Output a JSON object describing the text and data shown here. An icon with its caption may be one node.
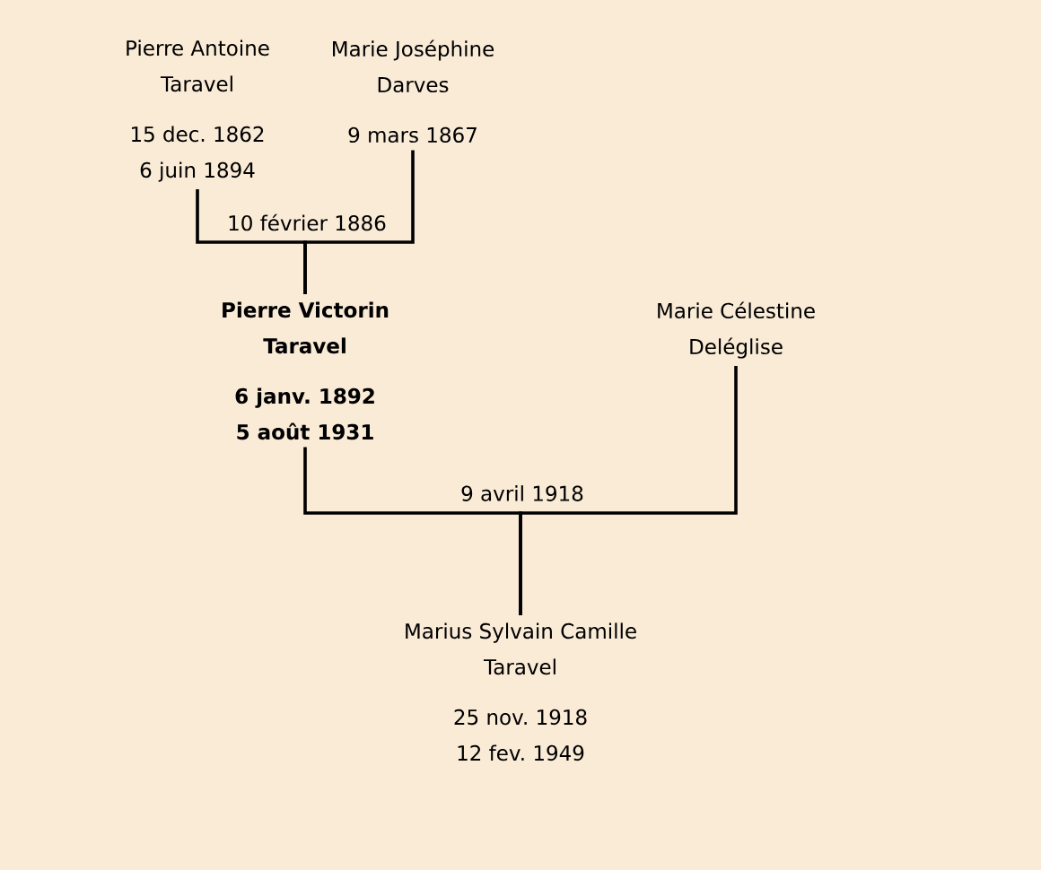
{
  "diagram": {
    "nodes": [
      {
        "text": [
          "Pierre Antoine Taravel",
          "15 dec. 1862",
          "6 juin 1894"
        ]
      },
      {
        "text": [
          "Marie Joséphine Darves",
          "9 mars 1867"
        ]
      },
      {
        "text": [
          "Pierre Victorin Taravel",
          "6 janv. 1892",
          "5 août 1931"
        ]
      },
      {
        "text": [
          "Marie Célestine Deléglise"
        ]
      },
      {
        "text": [
          "Marius Sylvain Camille Taravel",
          "25 nov. 1918",
          "12 fev. 1949"
        ]
      }
    ],
    "edges": [
      {
        "from": 0,
        "to": 2,
        "arrow": "none",
        "label": "10 février 1886"
      },
      {
        "from": 1,
        "to": 2,
        "arrow": "none"
      },
      {
        "from": 2,
        "to": 4,
        "arrow": "none",
        "label": "9 avril 1918"
      },
      {
        "from": 3,
        "to": 4,
        "arrow": "none"
      }
    ]
  }
}
